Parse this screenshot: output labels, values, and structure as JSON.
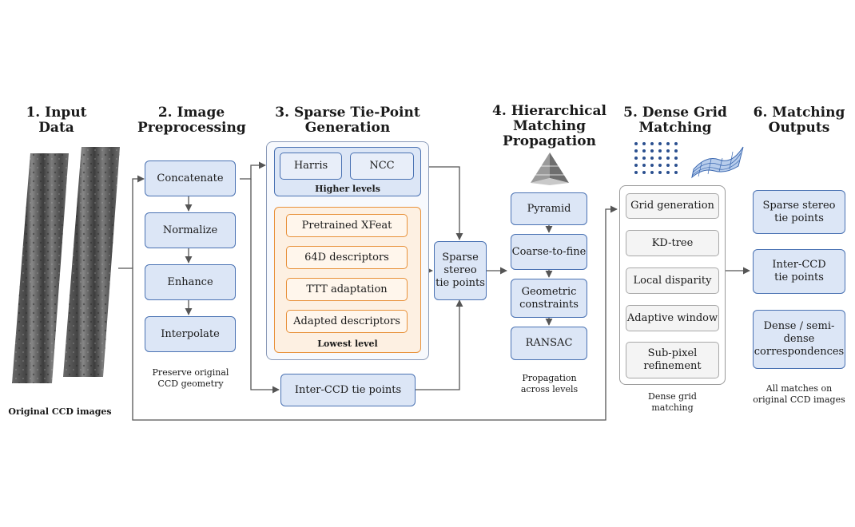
{
  "columns": {
    "input": {
      "title": "1. Input Data",
      "caption": "Original CCD images"
    },
    "preprocessing": {
      "title_line1": "2. Image",
      "title_line2": "Preprocessing",
      "steps": [
        "Concatenate",
        "Normalize",
        "Enhance",
        "Interpolate"
      ],
      "caption_line1": "Preserve original",
      "caption_line2": "CCD geometry"
    },
    "sparse": {
      "title_line1": "3. Sparse Tie-Point",
      "title_line2": "Generation",
      "higher": {
        "items": [
          "Harris",
          "NCC"
        ],
        "label": "Higher levels"
      },
      "lowest": {
        "items": [
          "Pretrained XFeat",
          "64D descriptors",
          "TTT adaptation",
          "Adapted descriptors"
        ],
        "label": "Lowest level"
      },
      "output_line1": "Sparse",
      "output_line2": "stereo",
      "output_line3": "tie points",
      "inter_ccd": "Inter-CCD tie points"
    },
    "hierarchical": {
      "title_line1": "4. Hierarchical",
      "title_line2": "Matching",
      "title_line3": "Propagation",
      "steps": [
        "Pyramid",
        "Coarse-to-fine",
        "Geometric constraints",
        "RANSAC"
      ],
      "caption_line1": "Propagation",
      "caption_line2": "across levels"
    },
    "dense": {
      "title_line1": "5. Dense Grid",
      "title_line2": "Matching",
      "steps": [
        "Grid generation",
        "KD-tree",
        "Local disparity",
        "Adaptive window",
        "Sub-pixel refinement"
      ],
      "caption_line1": "Dense grid",
      "caption_line2": "matching"
    },
    "outputs": {
      "title_line1": "6. Matching",
      "title_line2": "Outputs",
      "items": [
        "Sparse stereo tie points",
        "Inter-CCD tie points",
        "Dense / semi-dense correspondences"
      ],
      "caption_line1": "All matches on",
      "caption_line2": "original CCD images"
    }
  },
  "colors": {
    "blue_fill": "#dce6f6",
    "blue_border": "#4a72b3",
    "orange_fill": "#fdf0e2",
    "orange_border": "#e8913a",
    "arrow": "#555555"
  }
}
